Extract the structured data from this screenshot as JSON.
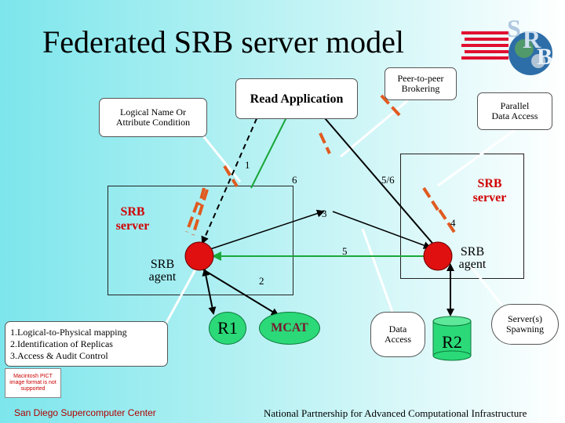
{
  "title": "Federated SRB server model",
  "logo": {
    "letters": [
      "S",
      "R",
      "B"
    ]
  },
  "callouts": {
    "read_application": "Read Application",
    "peer_brokering": "Peer-to-peer Brokering",
    "parallel_access": "Parallel Data Access",
    "logical_name": "Logical Name Or Attribute Condition",
    "logical_mapping": [
      "1.Logical-to-Physical mapping",
      "2.Identification of Replicas",
      "3.Access & Audit Control"
    ],
    "data_access": "Data Access",
    "server_spawning": "Server(s) Spawning"
  },
  "servers": {
    "left": "SRB server",
    "right": "SRB server"
  },
  "agents": {
    "left": "SRB agent",
    "right": "SRB agent"
  },
  "nodes": {
    "r1": "R1",
    "mcat": "MCAT",
    "r2": "R2"
  },
  "step_labels": {
    "s1": "1",
    "s2": "2",
    "s3": "3",
    "s4": "4",
    "s5": "5",
    "s6": "6",
    "s56": "5/6"
  },
  "pict_notice": "Macintosh PICT image format is not supported",
  "footer": {
    "left": "San Diego Supercomputer Center",
    "right": "National Partnership for Advanced Computational Infrastructure"
  },
  "colors": {
    "server_label": "#d00000",
    "agent_node": "#e01010",
    "arrow_green": "#1aa83a",
    "barrier": "#e05a20",
    "node_green": "#2bd978"
  }
}
